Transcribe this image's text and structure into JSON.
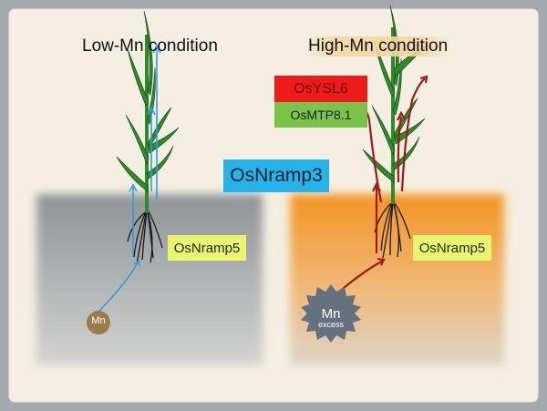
{
  "diagram": {
    "low_condition": {
      "title": "Low-Mn  condition",
      "transporter_label": "OsNramp5",
      "mn_label": "Mn"
    },
    "high_condition": {
      "title": "High-Mn  condition",
      "transporter_label": "OsNramp5",
      "mn_label": "Mn",
      "excess_label": "excess"
    },
    "shared_transporter": "OsNramp3",
    "shoot_transporters": [
      "OsYSL6",
      "OsMTP8.1"
    ],
    "colors": {
      "background_outer": "#a4a9ad",
      "paper": "#f4efe2",
      "soil_low": "#9b9ea1",
      "soil_high": "#f39a2a",
      "osysl6": "#ee1b1b",
      "osmtp": "#7cc24a",
      "osnramp3": "#27b2ea",
      "osnramp5": "#e9f56f",
      "arrow_blue": "#2f9ee0",
      "arrow_red": "#9e1a1a",
      "leaf": "#2f8a2a"
    }
  }
}
